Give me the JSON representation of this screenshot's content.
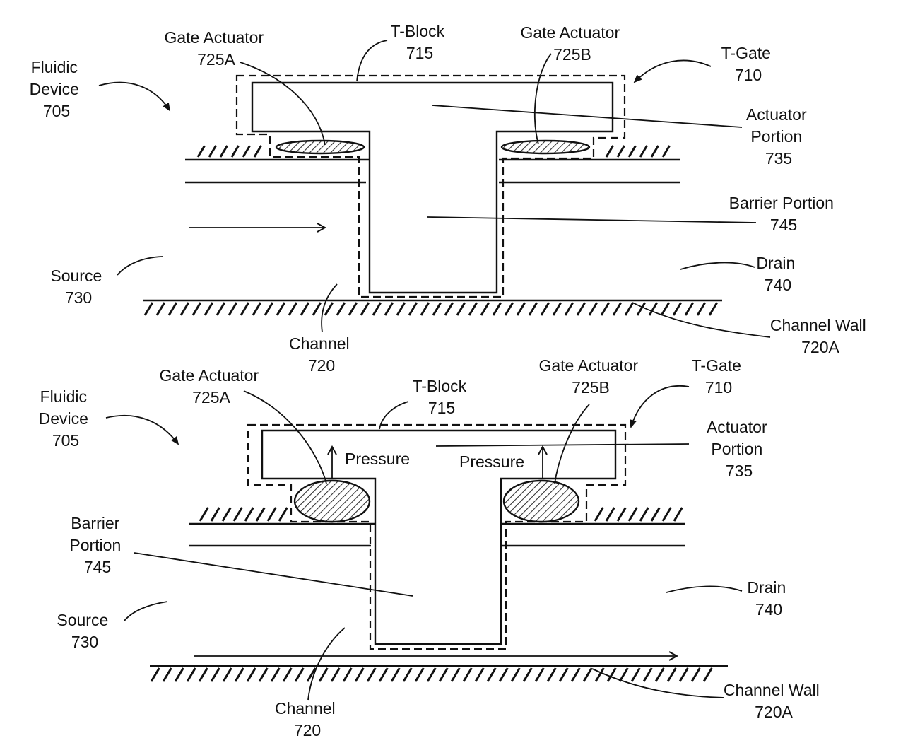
{
  "top_panel": {
    "fluidic_device": [
      "Fluidic",
      "Device",
      "705"
    ],
    "gate_actuator_a": [
      "Gate Actuator",
      "725A"
    ],
    "t_block": [
      "T-Block",
      "715"
    ],
    "gate_actuator_b": [
      "Gate Actuator",
      "725B"
    ],
    "t_gate": [
      "T-Gate",
      "710"
    ],
    "actuator_portion": [
      "Actuator",
      "Portion",
      "735"
    ],
    "barrier_portion": [
      "Barrier Portion",
      "745"
    ],
    "drain": [
      "Drain",
      "740"
    ],
    "source": [
      "Source",
      "730"
    ],
    "channel": [
      "Channel",
      "720"
    ],
    "channel_wall": [
      "Channel Wall",
      "720A"
    ]
  },
  "bottom_panel": {
    "fluidic_device": [
      "Fluidic",
      "Device",
      "705"
    ],
    "gate_actuator_a": [
      "Gate Actuator",
      "725A"
    ],
    "t_block": [
      "T-Block",
      "715"
    ],
    "gate_actuator_b": [
      "Gate Actuator",
      "725B"
    ],
    "t_gate": [
      "T-Gate",
      "710"
    ],
    "actuator_portion": [
      "Actuator",
      "Portion",
      "735"
    ],
    "barrier_portion": [
      "Barrier",
      "Portion",
      "745"
    ],
    "pressure_left": "Pressure",
    "pressure_right": "Pressure",
    "drain": [
      "Drain",
      "740"
    ],
    "source": [
      "Source",
      "730"
    ],
    "channel": [
      "Channel",
      "720"
    ],
    "channel_wall": [
      "Channel Wall",
      "720A"
    ]
  }
}
